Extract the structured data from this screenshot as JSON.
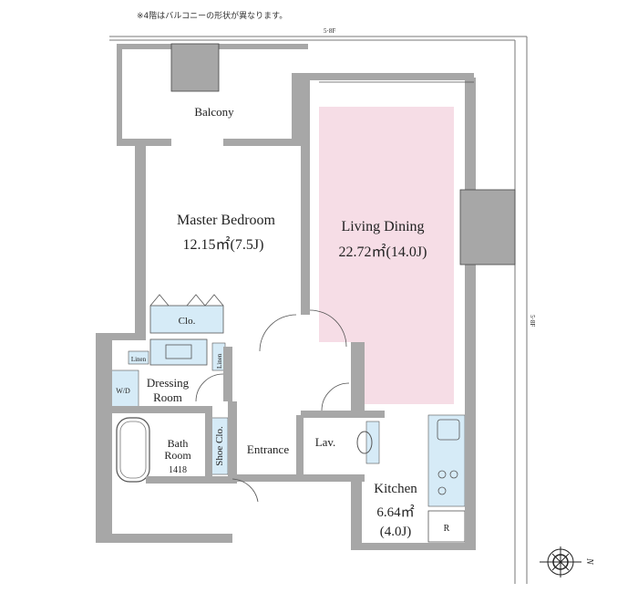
{
  "note": "※4階はバルコニーの形状が異なります。",
  "floor_marker_top": "5·8F",
  "floor_marker_side": "5·8F",
  "compass_label": "N",
  "colors": {
    "wall": "#a7a7a7",
    "living": "#f6dde6",
    "storage": "#d6ebf7",
    "line": "#555555"
  },
  "rooms": {
    "balcony": {
      "name": "Balcony"
    },
    "master_bedroom": {
      "name": "Master Bedroom",
      "area": "12.15㎡(7.5J)"
    },
    "living_dining": {
      "name": "Living Dining",
      "area": "22.72㎡(14.0J)"
    },
    "closet": {
      "name": "Clo."
    },
    "linen_left": {
      "name": "Linen"
    },
    "linen_right": {
      "name": "Linen"
    },
    "wd": {
      "name": "W/D"
    },
    "dressing_room": {
      "name1": "Dressing",
      "name2": "Room"
    },
    "bath_room": {
      "name1": "Bath",
      "name2": "Room",
      "size": "1418"
    },
    "shoe_closet": {
      "name": "Shoe Clo."
    },
    "entrance": {
      "name": "Entrance"
    },
    "lavatory": {
      "name": "Lav."
    },
    "kitchen": {
      "name": "Kitchen",
      "area1": "6.64㎡",
      "area2": "(4.0J)"
    },
    "refrigerator": {
      "name": "R"
    }
  }
}
